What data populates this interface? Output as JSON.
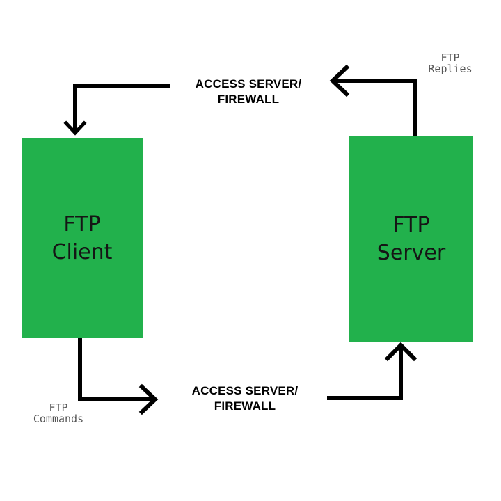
{
  "diagram": {
    "client": {
      "lines": [
        "FTP",
        "Client"
      ],
      "fill_color": "#22b14c"
    },
    "server": {
      "lines": [
        "FTP",
        "Server"
      ],
      "fill_color": "#22b14c"
    },
    "top_connector": {
      "label_lines": [
        "ACCESS SERVER/",
        "FIREWALL"
      ],
      "annotation_lines": [
        "FTP",
        "Replies"
      ],
      "direction": "server-to-client"
    },
    "bottom_connector": {
      "label_lines": [
        "ACCESS SERVER/",
        "FIREWALL"
      ],
      "annotation_lines": [
        "FTP",
        "Commands"
      ],
      "direction": "client-to-server"
    },
    "colors": {
      "box_fill": "#22b14c",
      "arrow": "#000000",
      "annotation_text": "#555555"
    }
  }
}
